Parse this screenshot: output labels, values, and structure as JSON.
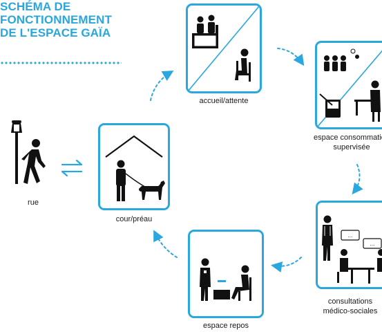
{
  "title": {
    "line1": "SCHÉMA DE",
    "line2": "FONCTIONNEMENT",
    "line3": "DE L'ESPACE GAÏA"
  },
  "nodes": {
    "rue": "rue",
    "cour": "cour/préau",
    "accueil": "accueil/attente",
    "consommation_line1": "espace consommation",
    "consommation_line2": "supervisée",
    "consultations_line1": "consultations",
    "consultations_line2": "médico-sociales",
    "repos": "espace repos"
  },
  "colors": {
    "accent": "#29a7de",
    "pictogram": "#111111"
  }
}
